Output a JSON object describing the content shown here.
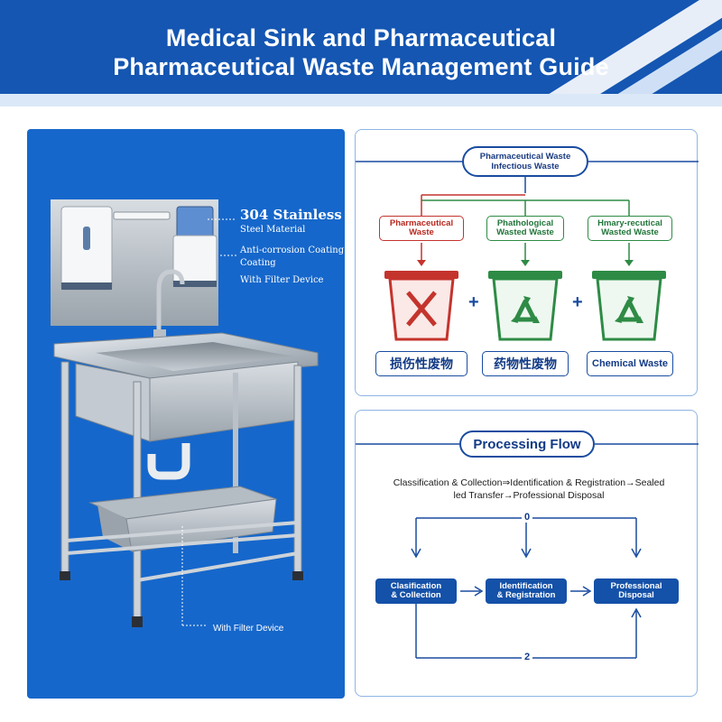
{
  "header": {
    "title_line1": "Medical Sink and Pharmaceutical",
    "title_line2": "Pharmaceutical Waste Management Guide"
  },
  "sink_panel": {
    "callout_material_1": "304 Stainless",
    "callout_material_2": "Steel Material",
    "callout_coating_1": "Anti-corrosion Coating",
    "callout_coating_2": "Coating",
    "callout_filter_top": "With Filter Device",
    "callout_filter_bottom": "With Filter Device"
  },
  "waste_card": {
    "title_line1": "Pharmaceutical Waste",
    "title_line2": "Infectious Waste",
    "categories": [
      {
        "line1": "Pharmaceutical",
        "line2": "Waste",
        "color": "#c4342d"
      },
      {
        "line1": "Phathological",
        "line2": "Wasted Waste",
        "color": "#2e8b45"
      },
      {
        "line1": "Hmary-recutical",
        "line2": "Wasted Waste",
        "color": "#2e8b45"
      }
    ],
    "labels": [
      "损伤性废物",
      "药物性废物",
      "Chemical Waste"
    ],
    "plus_sign": "+"
  },
  "flow_card": {
    "title": "Processing Flow",
    "description_line1": "Classification & Collection⇒Identification & Registration→Sealed",
    "description_line2": "led Transfer→Professional Disposal",
    "steps": [
      {
        "line1": "Clasification",
        "line2": "& Collection"
      },
      {
        "line1": "Identification",
        "line2": "& Registration"
      },
      {
        "line1": "Professional",
        "line2": "Disposal"
      }
    ],
    "top_number": "0",
    "bottom_number": "2"
  },
  "colors": {
    "header_blue": "#1456b2",
    "panel_blue": "#1667cb",
    "navy": "#1a4ca0",
    "red": "#c4342d",
    "green": "#2e8b45"
  },
  "icons": [
    "cross-out-icon",
    "recycle-icon",
    "recycle-icon"
  ]
}
